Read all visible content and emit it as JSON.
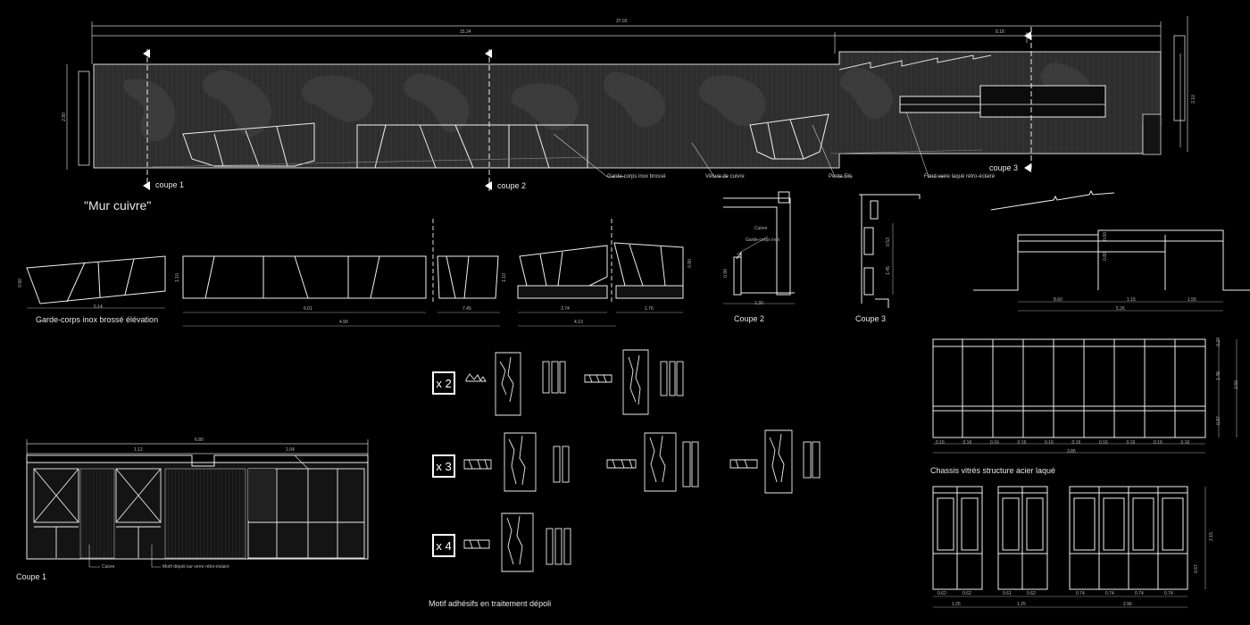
{
  "drawing": {
    "title": "\"Mur cuivre\"",
    "top_elevation": {
      "dimensions": {
        "total": "37.03",
        "left_span": "15.24",
        "right_span": "8.18",
        "height_left": "2.90",
        "height_right": "2.10"
      },
      "section_markers": {
        "coupe1": "coupe 1",
        "coupe2": "coupe 2",
        "coupe3": "coupe 3"
      },
      "annotations": {
        "garde_corps": "Garde-corps inox brossé",
        "veture": "Vêture de cuivre",
        "pente": "Pente 5%",
        "fond_verre": "Fond verre laqué rétro-éclairé"
      }
    },
    "railing": {
      "caption": "Garde-corps inox brossé élévation",
      "dims": {
        "d1": "5.14",
        "d2": "6.01",
        "d3": "4.90",
        "d4": "7.45",
        "d5": "3.74",
        "d6": "4.13",
        "d7": "1.76",
        "h1": "0.90",
        "h2": "1.10",
        "h3": "1.10",
        "h4": "0.90"
      }
    },
    "coupe2": {
      "caption": "Coupe 2",
      "labels": {
        "cuivre": "Cuivre",
        "garde_corps": "Garde-corps inox"
      },
      "dims": {
        "w": "1.30",
        "h": "0.90"
      }
    },
    "coupe3": {
      "caption": "Coupe 3",
      "dims": {
        "a": "0.53",
        "b": "1.45"
      }
    },
    "detail_elev": {
      "dims": {
        "w1": "8.60",
        "w2": "1.15",
        "w3": "1.55",
        "total": "5.26",
        "h1": "0.60",
        "h2": "0.80"
      }
    },
    "chassis": {
      "caption": "Chassis vitrés structure acier laqué",
      "dims": {
        "total": "3.85",
        "h_total": "2.60",
        "h_top": "1.49",
        "h_bot": "0.87",
        "h_upper": "0.24",
        "modules": [
          "0.16",
          "0.16",
          "0.16",
          "0.16",
          "0.16",
          "0.16",
          "0.16",
          "0.16",
          "0.16",
          "0.16"
        ]
      }
    },
    "chassis_small": {
      "dims": {
        "a_total": "1.25",
        "b_total": "1.25",
        "c_total": "2.96",
        "height": "2.15",
        "h_bot": "0.67",
        "modules": [
          "0.62",
          "0.62",
          "0.61",
          "0.62",
          "0.74",
          "0.74",
          "0.74",
          "0.74"
        ]
      }
    },
    "coupe1": {
      "caption": "Coupe 1",
      "dims": {
        "total": "6.80",
        "left": "1.12",
        "right": "1.04"
      },
      "labels": {
        "cuivre": "Cuivre",
        "motif": "Motif dépoli sur verre rétro-éclairé"
      }
    },
    "motifs": {
      "caption": "Motif adhésifs en traitement dépoli",
      "rows": [
        {
          "mult": "x 2"
        },
        {
          "mult": "x 3"
        },
        {
          "mult": "x 4"
        }
      ]
    },
    "colors": {
      "background": "#000000",
      "line": "#ffffff",
      "panel": "#2f2f2f",
      "blob": "#3a3a3a"
    }
  }
}
